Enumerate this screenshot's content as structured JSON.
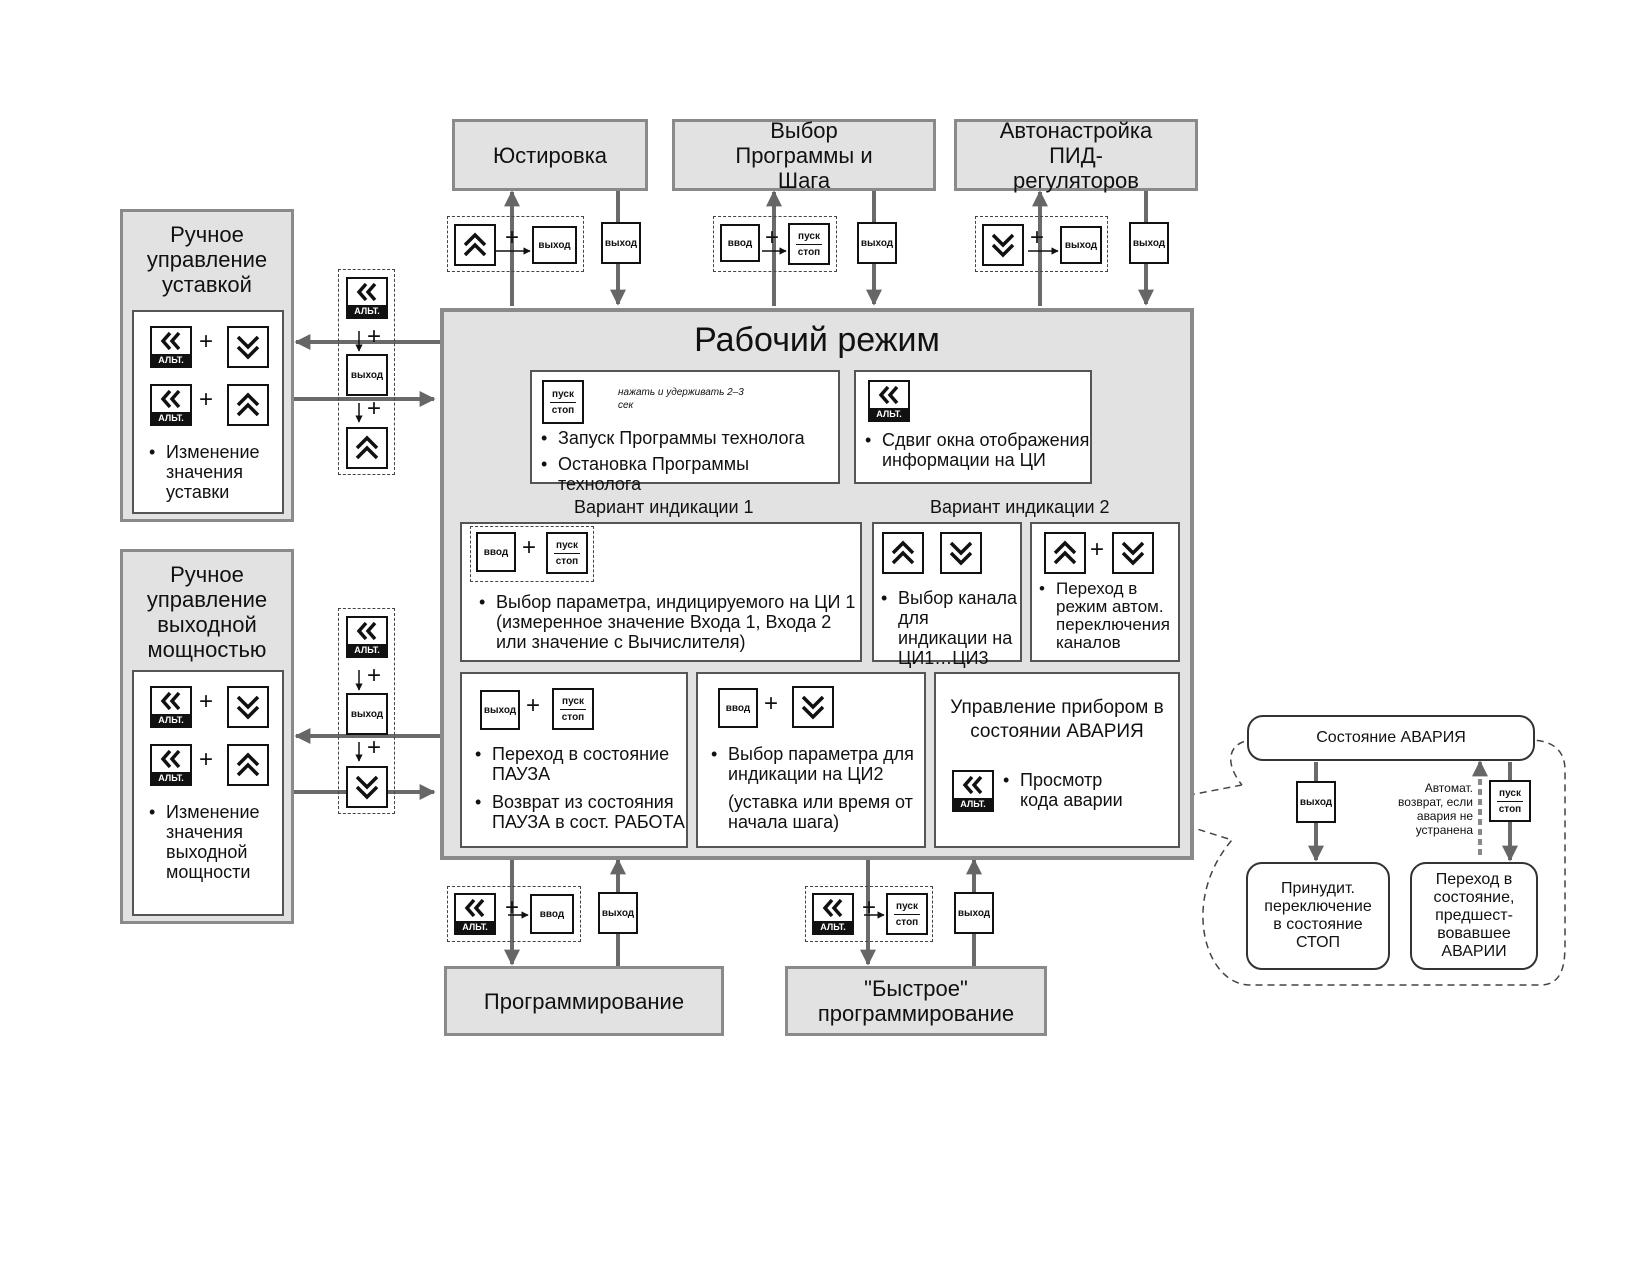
{
  "top_boxes": {
    "adjust": "Юстировка",
    "program_select": "Выбор Программы и Шага",
    "autotune": "Автонастройка ПИД-регуляторов"
  },
  "bottom_boxes": {
    "programming": "Программирование",
    "quick_programming": "\"Быстрое\" программирование"
  },
  "left_boxes": {
    "setpoint": {
      "title": "Ручное управление уставкой",
      "bullet": "Изменение значения уставки"
    },
    "power": {
      "title": "Ручное управление выходной мощностью",
      "bullet": "Изменение значения выходной мощности"
    }
  },
  "keys": {
    "exit": "выход",
    "enter": "ввод",
    "start": "пуск",
    "stop": "стоп",
    "alt": "АЛЬТ."
  },
  "main": {
    "title": "Рабочий режим",
    "start_stop": {
      "hint": "нажать и удерживать 2–3 сек",
      "items": [
        "Запуск Программы технолога",
        "Остановка Программы технолога"
      ]
    },
    "shift": {
      "items": [
        "Сдвиг окна отображения информации на ЦИ"
      ]
    },
    "variant1": {
      "label": "Вариант индикации 1",
      "items": [
        "Выбор параметра, индицируемого на ЦИ 1 (измеренное значение Входа 1, Входа 2 или значение с Вычислителя)"
      ]
    },
    "variant2": {
      "label": "Вариант индикации 2",
      "channel_items": [
        "Выбор канала для индикации на ЦИ1…ЦИ3"
      ],
      "auto_items": [
        "Переход в режим автом. переключения каналов"
      ]
    },
    "pause": {
      "items": [
        "Переход в состояние ПАУЗА",
        "Возврат из состояния ПАУЗА в сост. РАБОТА"
      ]
    },
    "ci2": {
      "items": [
        "Выбор параметра для индикации на ЦИ2"
      ],
      "note": "(уставка или время от начала шага)"
    },
    "alarm": {
      "title": "Управление прибором в состоянии АВАРИЯ",
      "items": [
        "Просмотр кода аварии"
      ]
    }
  },
  "alarm_state": {
    "title": "Состояние АВАРИЯ",
    "auto_note": "Автомат. возврат, если авария не устранена",
    "left_result": "Принудит. переключение в состояние СТОП",
    "right_result": "Переход в состояние, предшест- вовавшее АВАРИИ"
  }
}
